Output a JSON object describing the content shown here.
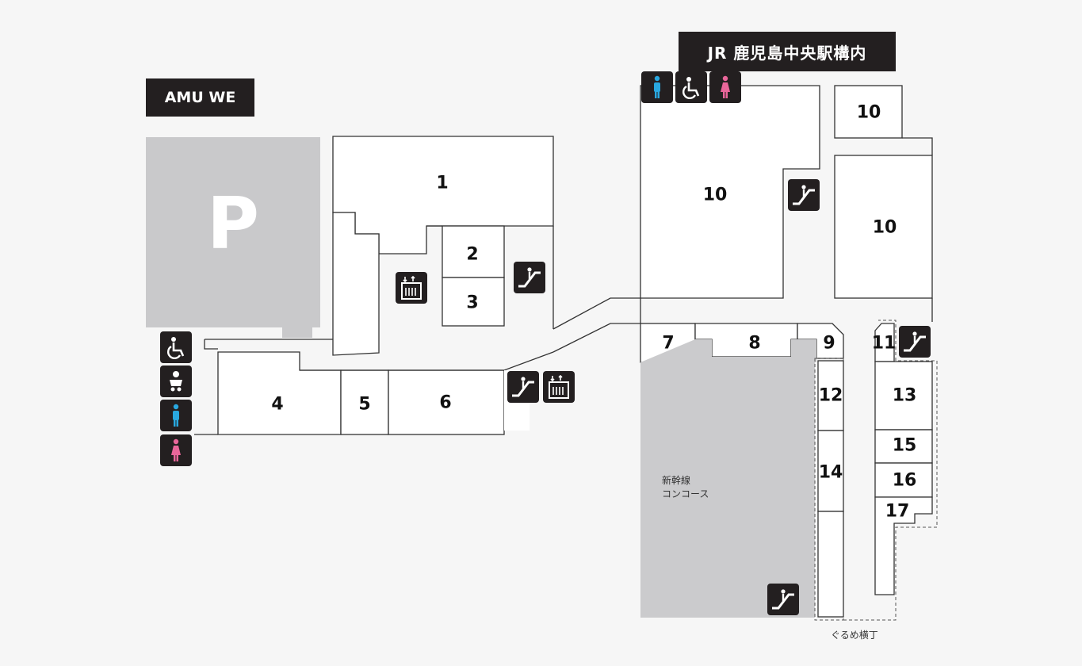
{
  "labels": {
    "amu_we": "AMU WE",
    "jr_station": "JR 鹿児島中央駅構内",
    "parking": "P"
  },
  "shops": {
    "s1": "1",
    "s2": "2",
    "s3": "3",
    "s4": "4",
    "s5": "5",
    "s6": "6",
    "s7": "7",
    "s8": "8",
    "s9": "9",
    "s10a": "10",
    "s10b": "10",
    "s10c": "10",
    "s11": "11",
    "s12": "12",
    "s13": "13",
    "s14": "14",
    "s15": "15",
    "s16": "16",
    "s17": "17"
  },
  "areas": {
    "shinkansen_line1": "新幹線",
    "shinkansen_line2": "コンコース",
    "gurume": "ぐるめ横丁"
  },
  "colors": {
    "icon_bg": "#231f20",
    "male": "#29a8e0",
    "female": "#e9669a",
    "parking": "#c9c9cb",
    "concourse": "#cbcbcd"
  }
}
